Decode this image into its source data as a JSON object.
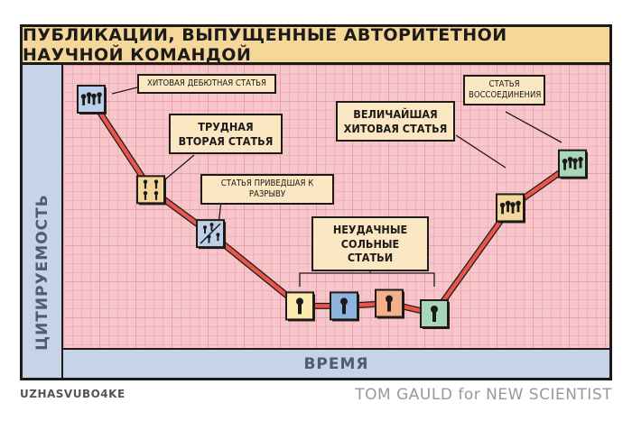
{
  "title": "ПУБЛИКАЦИИ, ВЫПУЩЕННЫЕ АВТОРИТЕТНОЙ НАУЧНОЙ КОМАНДОЙ",
  "credit_left": "UZHASVUBO4KE",
  "credit_right": "TOM GAULD for NEW SCIENTIST",
  "chart_data": {
    "type": "line",
    "title": "ПУБЛИКАЦИИ, ВЫПУЩЕННЫЕ АВТОРИТЕТНОЙ НАУЧНОЙ КОМАНДОЙ",
    "xlabel": "ВРЕМЯ",
    "ylabel": "ЦИТИРУЕМОСТЬ",
    "grid": true,
    "line_color": "#e8554a",
    "x": [
      1,
      2,
      3,
      4,
      5,
      6,
      7,
      8,
      9
    ],
    "y": [
      9,
      5.5,
      3.8,
      1,
      1,
      1.1,
      0.7,
      4.8,
      6.5
    ],
    "points": [
      {
        "x": 1,
        "y": 9,
        "color": "#bcd0ea",
        "figures": 4
      },
      {
        "x": 2,
        "y": 5.5,
        "color": "#f3d79a",
        "figures": 4
      },
      {
        "x": 3,
        "y": 3.8,
        "color": "#bcd0ea",
        "figures": 4
      },
      {
        "x": 4,
        "y": 1,
        "color": "#fbe9b0",
        "figures": 1
      },
      {
        "x": 5,
        "y": 1,
        "color": "#8fb4e0",
        "figures": 1
      },
      {
        "x": 6,
        "y": 1.1,
        "color": "#f3b08a",
        "figures": 1
      },
      {
        "x": 7,
        "y": 0.7,
        "color": "#a9d6b8",
        "figures": 1
      },
      {
        "x": 8,
        "y": 4.8,
        "color": "#f3d79a",
        "figures": 4
      },
      {
        "x": 9,
        "y": 6.5,
        "color": "#a9d6b8",
        "figures": 4
      }
    ],
    "annotations": [
      {
        "text": "ХИТОВАЯ ДЕБЮТНАЯ СТАТЬЯ",
        "targets": [
          1
        ]
      },
      {
        "text": "ТРУДНАЯ ВТОРАЯ СТАТЬЯ",
        "targets": [
          2
        ]
      },
      {
        "text": "СТАТЬЯ ПРИВЕДШАЯ К РАЗРЫВУ",
        "targets": [
          3
        ]
      },
      {
        "text": "НЕУДАЧНЫЕ СОЛЬНЫЕ СТАТЬИ",
        "targets": [
          4,
          5,
          6,
          7
        ]
      },
      {
        "text": "ВЕЛИЧАЙШАЯ ХИТОВАЯ СТАТЬЯ",
        "targets": [
          8
        ]
      },
      {
        "text": "СТАТЬЯ ВОССОЕДИНЕНИЯ",
        "targets": [
          9
        ]
      }
    ]
  }
}
